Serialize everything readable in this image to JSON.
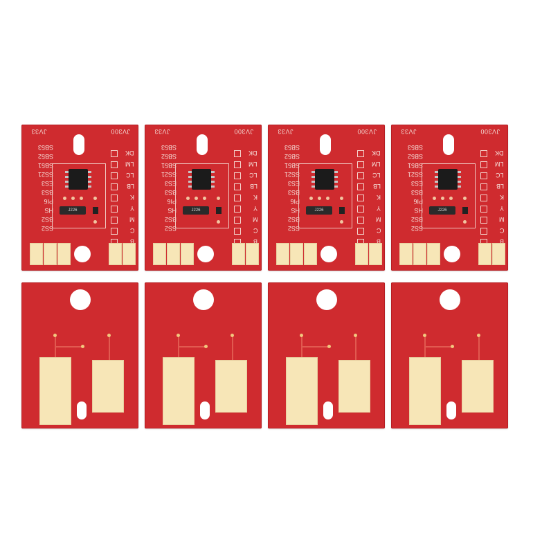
{
  "front_boards": [
    {
      "model_left": "JV33",
      "model_right": "JV300",
      "left_labels": [
        "SB53",
        "SB52",
        "SB51",
        "SS21",
        "ES3",
        "BS3",
        "PI6",
        "HS",
        "BS2",
        "SS2"
      ],
      "right_labels": [
        "DK",
        "LM",
        "LC",
        "LB",
        "K",
        "Y",
        "M",
        "C",
        "B"
      ],
      "component_marking": "J226"
    },
    {
      "model_left": "JV33",
      "model_right": "JV300",
      "left_labels": [
        "SB53",
        "SB52",
        "SB51",
        "SS21",
        "ES3",
        "BS3",
        "PI6",
        "HS",
        "BS2",
        "SS2"
      ],
      "right_labels": [
        "DK",
        "LM",
        "LC",
        "LB",
        "K",
        "Y",
        "M",
        "C",
        "B"
      ],
      "component_marking": "J226"
    },
    {
      "model_left": "JV33",
      "model_right": "JV300",
      "left_labels": [
        "SB53",
        "SB52",
        "SB51",
        "SS21",
        "ES3",
        "BS3",
        "PI6",
        "HS",
        "BS2",
        "SS2"
      ],
      "right_labels": [
        "DK",
        "LM",
        "LC",
        "LB",
        "K",
        "Y",
        "M",
        "C",
        "B"
      ],
      "component_marking": "J226"
    },
    {
      "model_left": "JV33",
      "model_right": "JV300",
      "left_labels": [
        "SB53",
        "SB52",
        "SB51",
        "SS21",
        "ES3",
        "BS3",
        "PI6",
        "HS",
        "BS2",
        "SS2"
      ],
      "right_labels": [
        "DK",
        "LM",
        "LC",
        "LB",
        "K",
        "Y",
        "M",
        "C",
        "B"
      ],
      "component_marking": "J226"
    }
  ],
  "colors": {
    "pcb": "#cf2b2f",
    "pad": "#f7e6b7",
    "chip": "#1b1b1b",
    "background": "#ffffff"
  }
}
